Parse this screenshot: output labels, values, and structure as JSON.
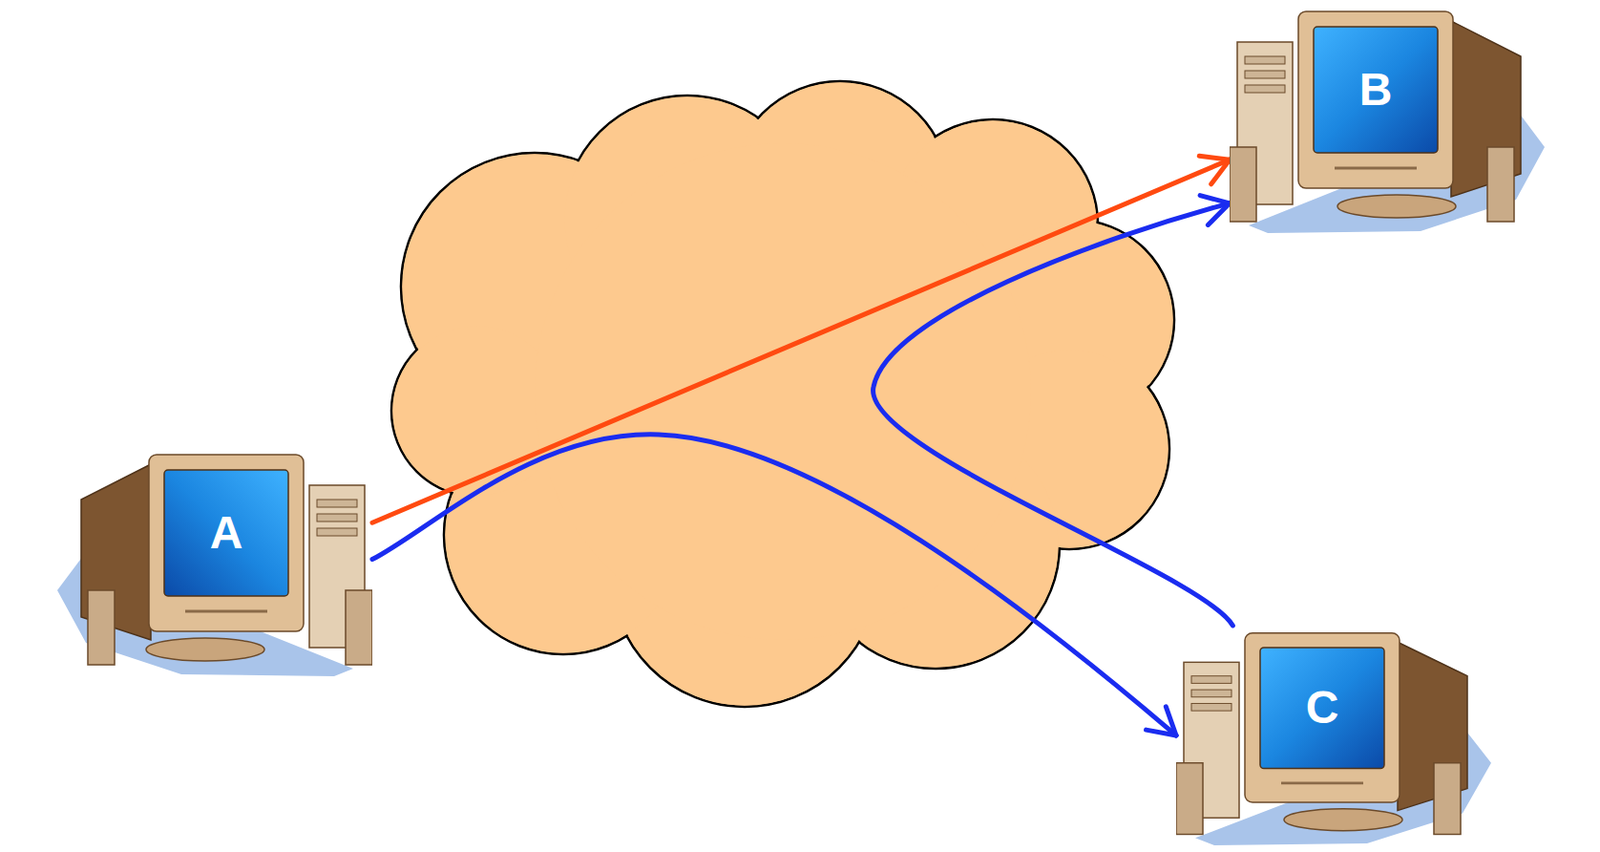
{
  "diagram": {
    "nodes": [
      {
        "text": [
          "A"
        ]
      },
      {
        "text": [
          "B"
        ]
      },
      {
        "text": [
          "C"
        ]
      }
    ],
    "edges": [
      {
        "from": 0,
        "to": 1,
        "arrow": "to"
      },
      {
        "from": 0,
        "to": 2,
        "arrow": "to"
      },
      {
        "from": 2,
        "to": 1,
        "arrow": "to"
      }
    ]
  }
}
